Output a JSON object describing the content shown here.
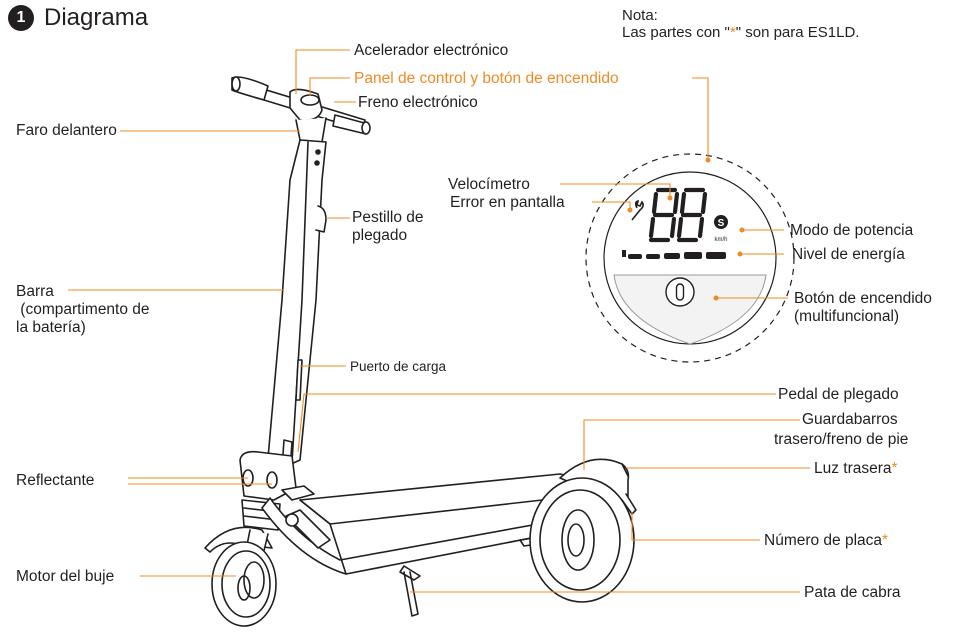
{
  "header": {
    "number": "1",
    "title": "Diagrama"
  },
  "note": {
    "line1": "Nota:",
    "line2_pre": "Las partes con \"",
    "line2_star": "*",
    "line2_post": "\" son para ES1LD."
  },
  "labels": {
    "accelerator": "Acelerador electrónico",
    "control_panel": "Panel de control y botón de encendido",
    "brake": "Freno electrónico",
    "headlight": "Faro delantero",
    "folding_latch": [
      "Pestillo de",
      "plegado"
    ],
    "stem": [
      "Barra",
      " (compartimento de",
      "la batería)"
    ],
    "charging_port": "Puerto de carga",
    "folding_pedal": "Pedal de plegado",
    "rear_fender": [
      "Guardabarros",
      "trasero/freno de pie"
    ],
    "tail_light": "Luz trasera",
    "license_plate": "Número de placa",
    "reflector": "Reflectante",
    "hub_motor": "Motor del buje",
    "kickstand": "Pata de cabra",
    "speedometer": "Velocímetro",
    "error_display": "Error en pantalla",
    "power_mode": "Modo de potencia",
    "battery_level": "Nivel de energía",
    "power_button": [
      "Botón de encendido",
      "(multifuncional)"
    ],
    "star": "*"
  },
  "display": {
    "digits": "88",
    "unit": "km/h",
    "mode_letter": "S"
  },
  "colors": {
    "accent": "#f08a24",
    "line": "#231f20",
    "scooter_fill": "#ffffff"
  }
}
